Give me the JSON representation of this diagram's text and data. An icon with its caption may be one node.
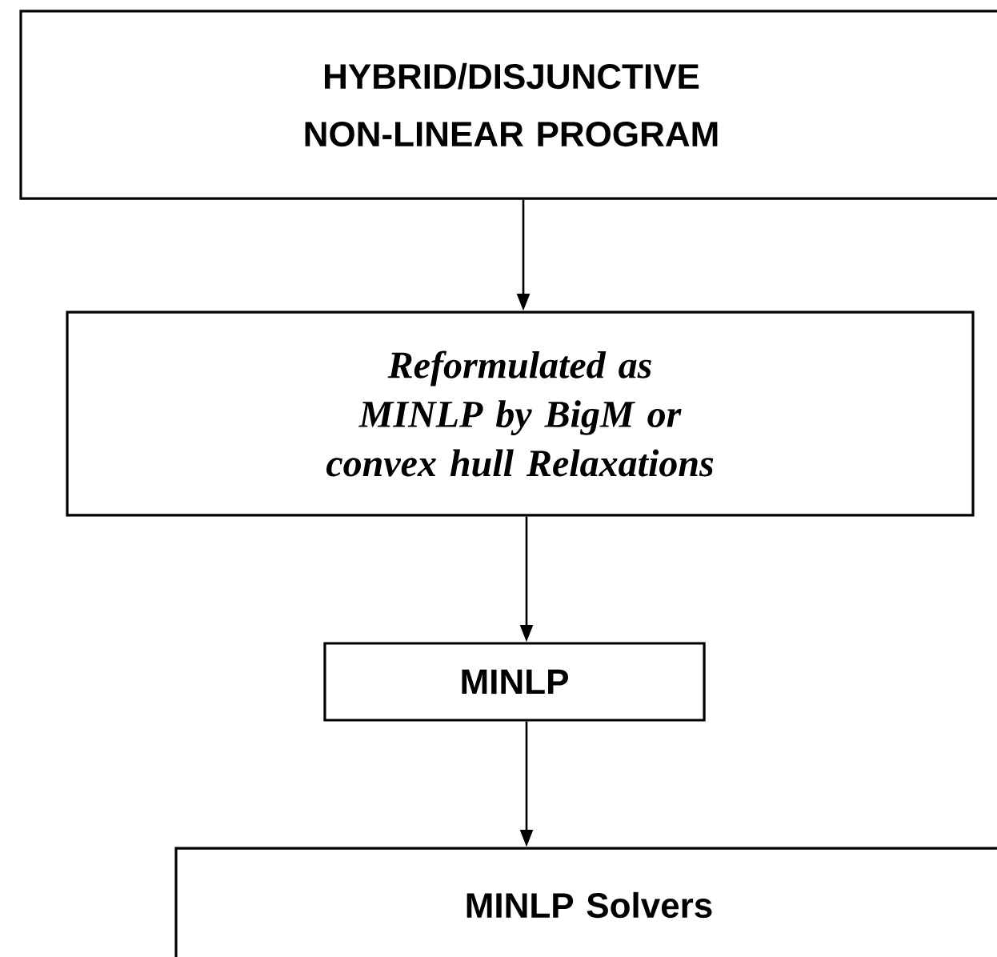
{
  "diagram": {
    "nodes": [
      {
        "text": [
          "HYBRID/DISJUNCTIVE NON-LINEAR PROGRAM"
        ]
      },
      {
        "text": [
          "Reformulated as MINLP by BigM or convex hull Relaxations"
        ]
      },
      {
        "text": [
          "MINLP"
        ]
      },
      {
        "text": [
          "MINLP Solvers"
        ]
      }
    ],
    "edges": [
      {
        "from": 0,
        "to": 1,
        "arrow": "to"
      },
      {
        "from": 1,
        "to": 2,
        "arrow": "to"
      },
      {
        "from": 2,
        "to": 3,
        "arrow": "to"
      }
    ]
  }
}
